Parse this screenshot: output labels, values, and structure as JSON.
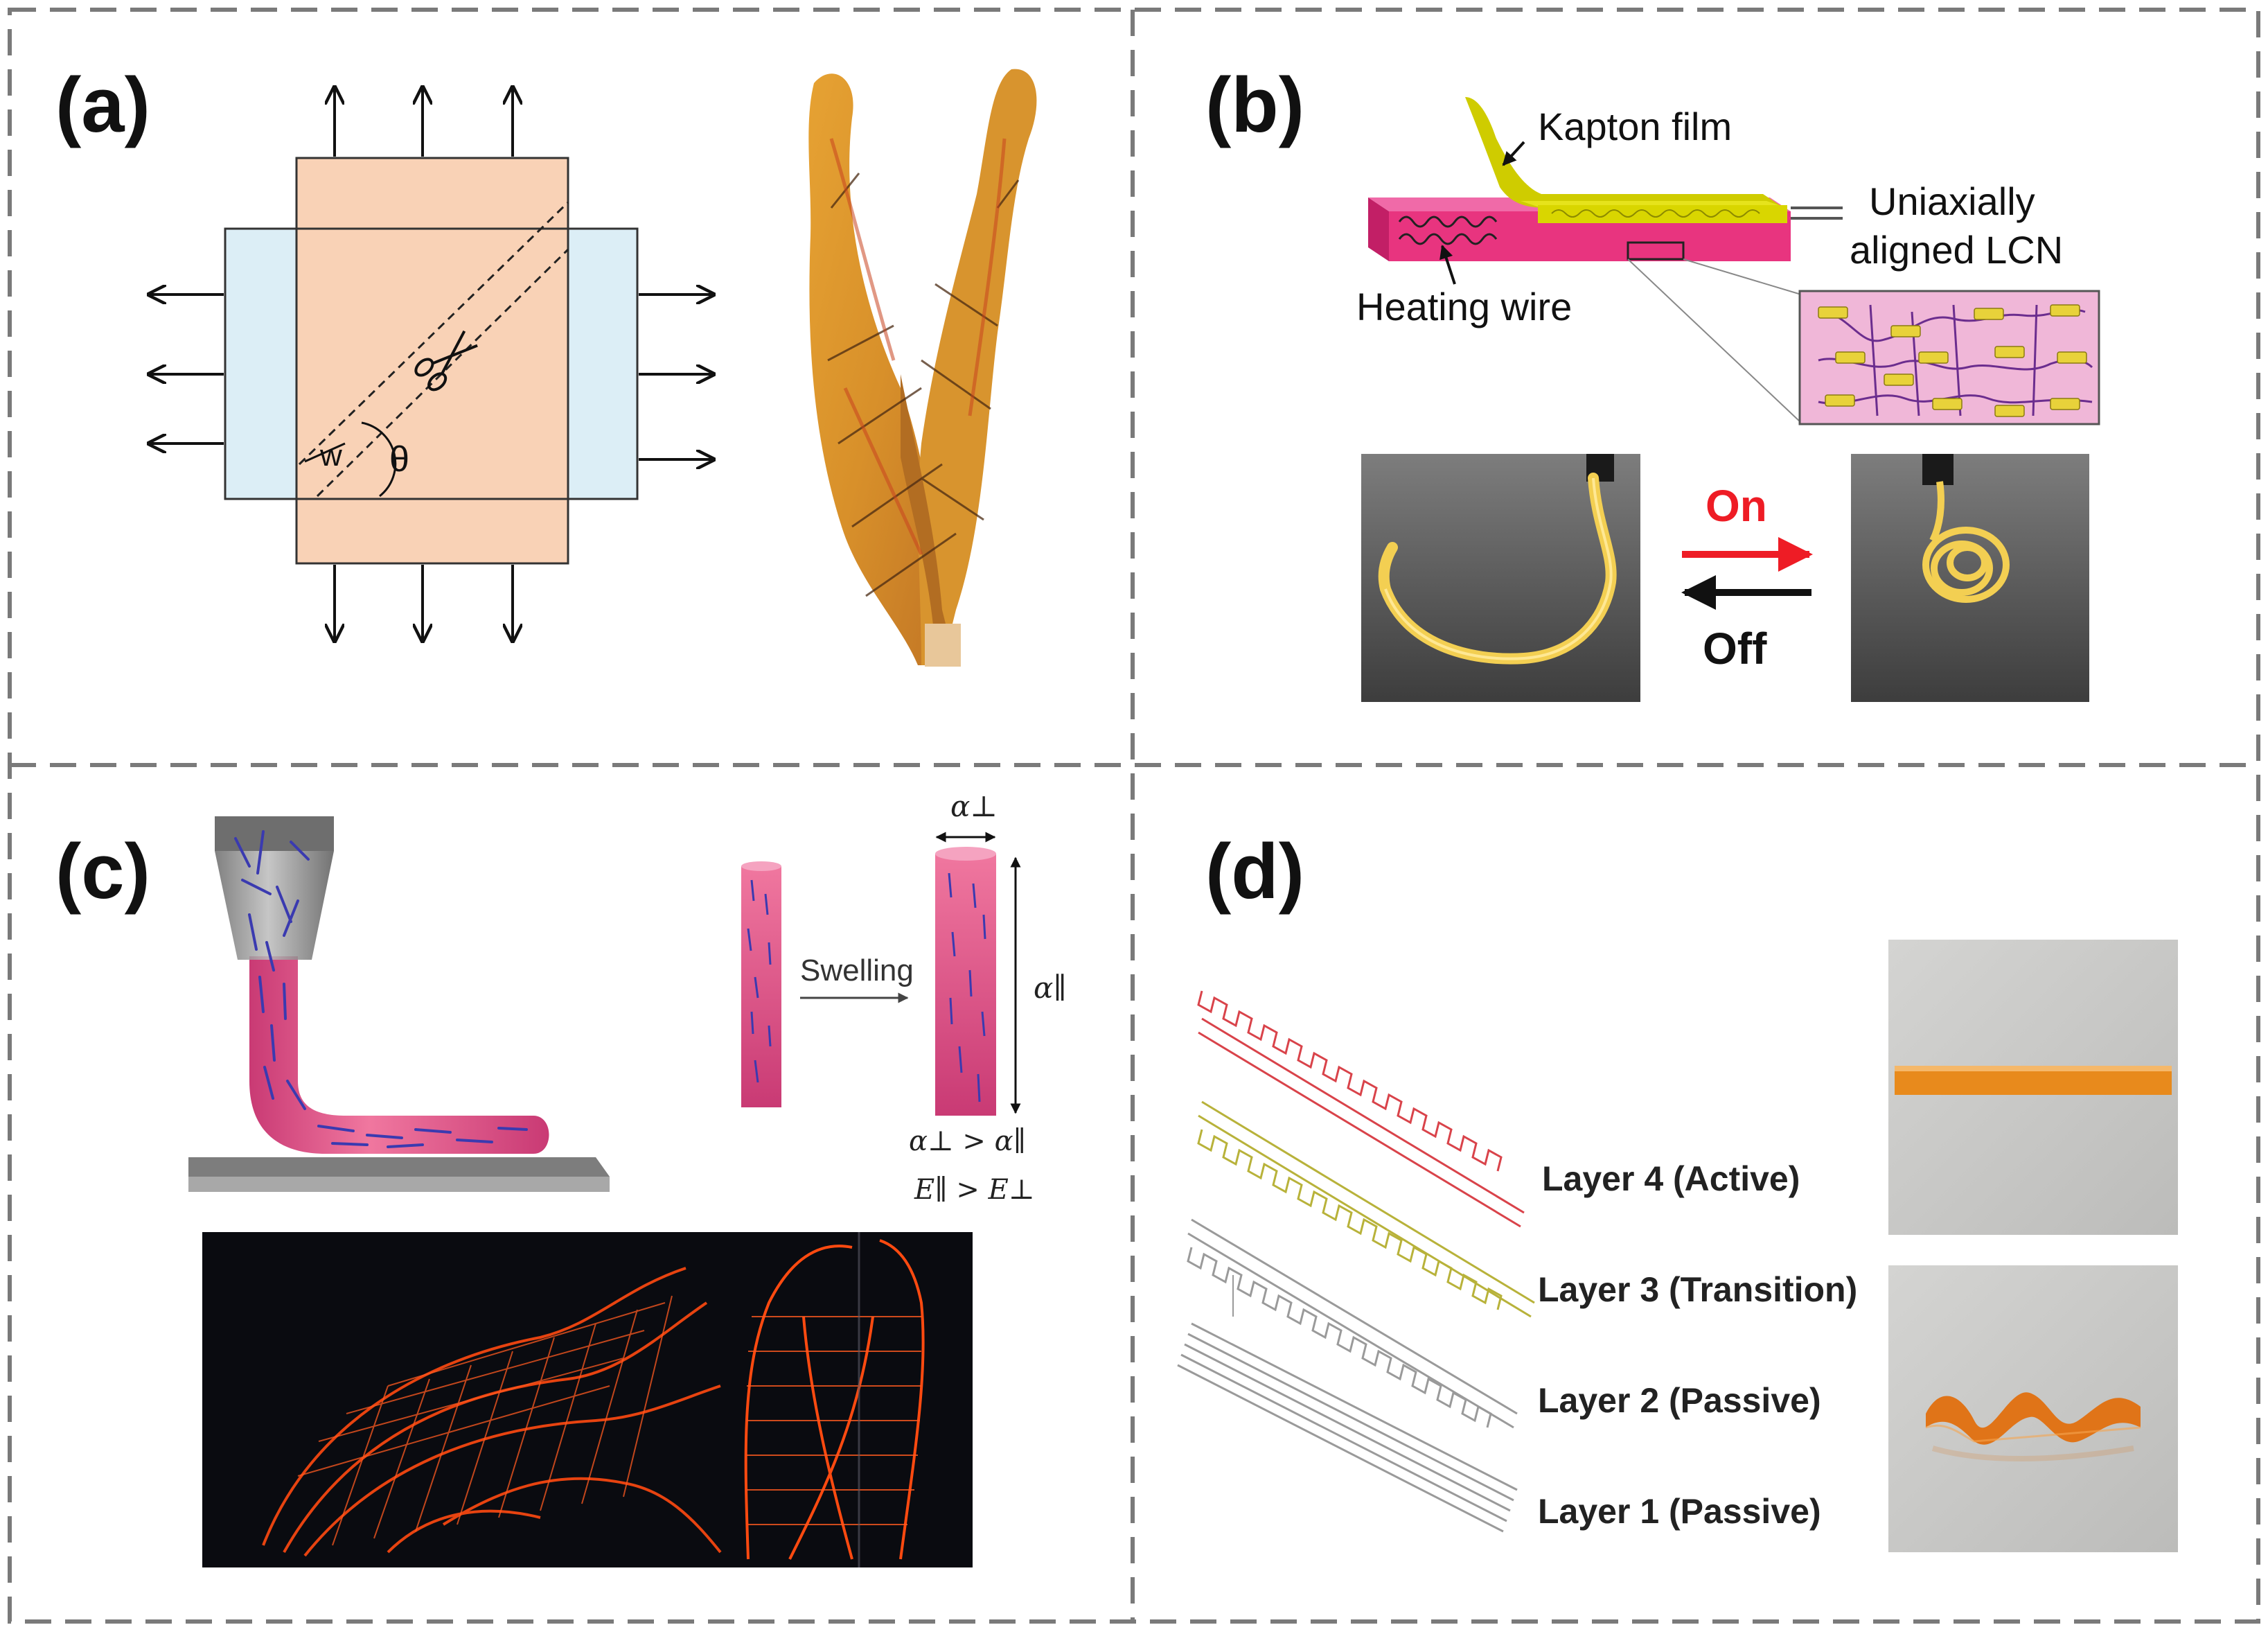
{
  "panels": {
    "a": {
      "label": "(a)",
      "w": "w",
      "theta": "θ"
    },
    "b": {
      "label": "(b)",
      "kapton": "Kapton film",
      "uniaxially": "Uniaxially",
      "aligned": "aligned LCN",
      "heating": "Heating wire",
      "on": "On",
      "off": "Off"
    },
    "c": {
      "label": "(c)",
      "swelling": "Swelling",
      "alpha_perp": "α⊥",
      "alpha_par": "α∥",
      "relation1": "α⊥ > α∥",
      "relation2": "E∥ > E⊥"
    },
    "d": {
      "label": "(d)",
      "layer4": "Layer 4 (Active)",
      "layer3": "Layer 3 (Transition)",
      "layer2": "Layer 2 (Passive)",
      "layer1": "Layer 1 (Passive)"
    }
  },
  "colors": {
    "border": "#7a7a7a",
    "sheet": "#f9d2b6",
    "frame": "#dceef6",
    "magenta": "#e8347f",
    "kapton": "#d9d600",
    "on_arrow": "#ee1c25",
    "layer4": "#d9434a",
    "layer3": "#b8b23a",
    "layer_passive": "#9a9a9a",
    "lcn_bg": "#f0b7d8",
    "mesogen": "#e8d23a",
    "chain": "#6b2d8e",
    "fiber": "#e85a8e",
    "fiber_dark": "#3a3ab0",
    "print_glow": "#ff4a10"
  }
}
